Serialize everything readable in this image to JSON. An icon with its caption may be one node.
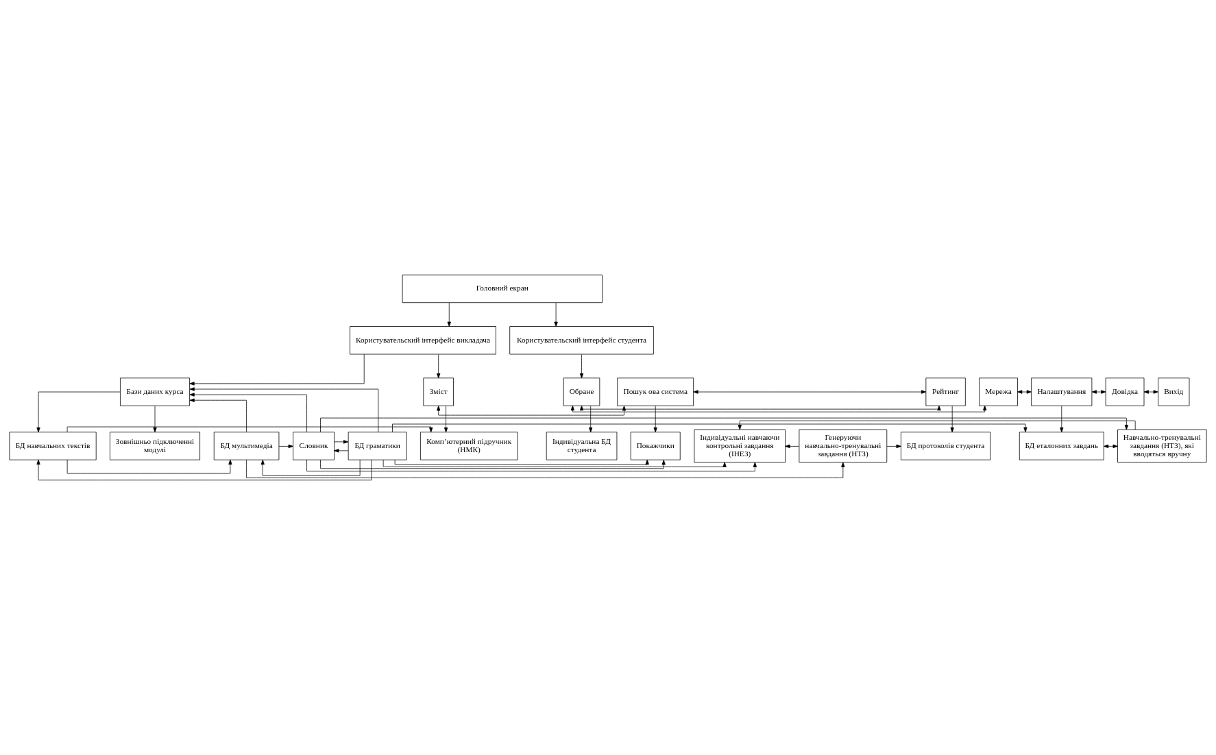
{
  "diagram": {
    "nodes": [
      {
        "text": [
          "Головний екран"
        ]
      },
      {
        "text": [
          "Користувательский інтерфейс викладача"
        ]
      },
      {
        "text": [
          "Користувательский інтерфейс студента"
        ]
      },
      {
        "text": [
          "Бази даних курса"
        ]
      },
      {
        "text": [
          "Зміст"
        ]
      },
      {
        "text": [
          "Пошук ова система"
        ]
      },
      {
        "text": [
          "Рейтинг"
        ]
      },
      {
        "text": [
          "Обране"
        ]
      },
      {
        "text": [
          "Мережа"
        ]
      },
      {
        "text": [
          "Налаштування"
        ]
      },
      {
        "text": [
          "Довідка"
        ]
      },
      {
        "text": [
          "Вихід"
        ]
      },
      {
        "text": [
          "БД протоколів студента"
        ]
      },
      {
        "text": [
          "Індивідуальна БД студента"
        ]
      },
      {
        "text": [
          "Покажчики"
        ]
      },
      {
        "text": [
          "Індивідуальні навчаючи контрольні завдання (ІНЕЗ)"
        ]
      },
      {
        "text": [
          "Комп’ютерний підручник (НМК)"
        ]
      },
      {
        "text": [
          "Генеруючи навчально-тренувальні завдання (НТЗ)"
        ]
      },
      {
        "text": [
          "Навчально-тренувальні завдання (НТЗ), які вводяться вручну"
        ]
      },
      {
        "text": [
          "БД еталонних завдань"
        ]
      },
      {
        "text": [
          "БД навчальних текстів"
        ]
      },
      {
        "text": [
          "БД мультимедіа"
        ]
      },
      {
        "text": [
          "Словник"
        ]
      },
      {
        "text": [
          "БД граматики"
        ]
      },
      {
        "text": [
          "Зовнішньо підключенні модулі"
        ]
      }
    ],
    "edges": [
      {
        "from": 0,
        "to": 1,
        "arrow": "to"
      },
      {
        "from": 0,
        "to": 2,
        "arrow": "to"
      },
      {
        "from": 1,
        "to": 3,
        "arrow": "to"
      },
      {
        "from": 1,
        "to": 4,
        "arrow": "to"
      },
      {
        "from": 2,
        "to": 7,
        "arrow": "to"
      },
      {
        "from": 4,
        "to": 5,
        "arrow": "both"
      },
      {
        "from": 5,
        "to": 6,
        "arrow": "both"
      },
      {
        "from": 6,
        "to": 7,
        "arrow": "both"
      },
      {
        "from": 7,
        "to": 8,
        "arrow": "both"
      },
      {
        "from": 8,
        "to": 9,
        "arrow": "both"
      },
      {
        "from": 9,
        "to": 10,
        "arrow": "both"
      },
      {
        "from": 10,
        "to": 11,
        "arrow": "both"
      },
      {
        "from": 4,
        "to": 16,
        "arrow": "to"
      },
      {
        "from": 5,
        "to": 14,
        "arrow": "to"
      },
      {
        "from": 6,
        "to": 12,
        "arrow": "to"
      },
      {
        "from": 7,
        "to": 13,
        "arrow": "to"
      },
      {
        "from": 9,
        "to": 19,
        "arrow": "to"
      },
      {
        "from": 17,
        "to": 12,
        "arrow": "to"
      },
      {
        "from": 17,
        "to": 15,
        "arrow": "to"
      },
      {
        "from": 22,
        "to": 14,
        "arrow": "to"
      },
      {
        "from": 22,
        "to": 15,
        "arrow": "to"
      },
      {
        "from": 23,
        "to": 14,
        "arrow": "to"
      },
      {
        "from": 23,
        "to": 15,
        "arrow": "to"
      },
      {
        "from": 18,
        "to": 15,
        "arrow": "to"
      },
      {
        "from": 18,
        "to": 19,
        "arrow": "both"
      },
      {
        "from": 3,
        "to": 20,
        "arrow": "to"
      },
      {
        "from": 20,
        "to": 16,
        "arrow": "to"
      },
      {
        "from": 21,
        "to": 17,
        "arrow": "to"
      },
      {
        "from": 22,
        "to": 18,
        "arrow": "to"
      },
      {
        "from": 23,
        "to": 19,
        "arrow": "to"
      },
      {
        "from": 21,
        "to": 3,
        "arrow": "to"
      },
      {
        "from": 22,
        "to": 3,
        "arrow": "to"
      },
      {
        "from": 23,
        "to": 3,
        "arrow": "to"
      },
      {
        "from": 3,
        "to": 24,
        "arrow": "to"
      },
      {
        "from": 20,
        "to": 21,
        "arrow": "to"
      },
      {
        "from": 21,
        "to": 22,
        "arrow": "to"
      },
      {
        "from": 22,
        "to": 23,
        "arrow": "to"
      },
      {
        "from": 23,
        "to": 22,
        "arrow": "to"
      },
      {
        "from": 23,
        "to": 21,
        "arrow": "to"
      },
      {
        "from": 23,
        "to": 20,
        "arrow": "to"
      }
    ]
  }
}
